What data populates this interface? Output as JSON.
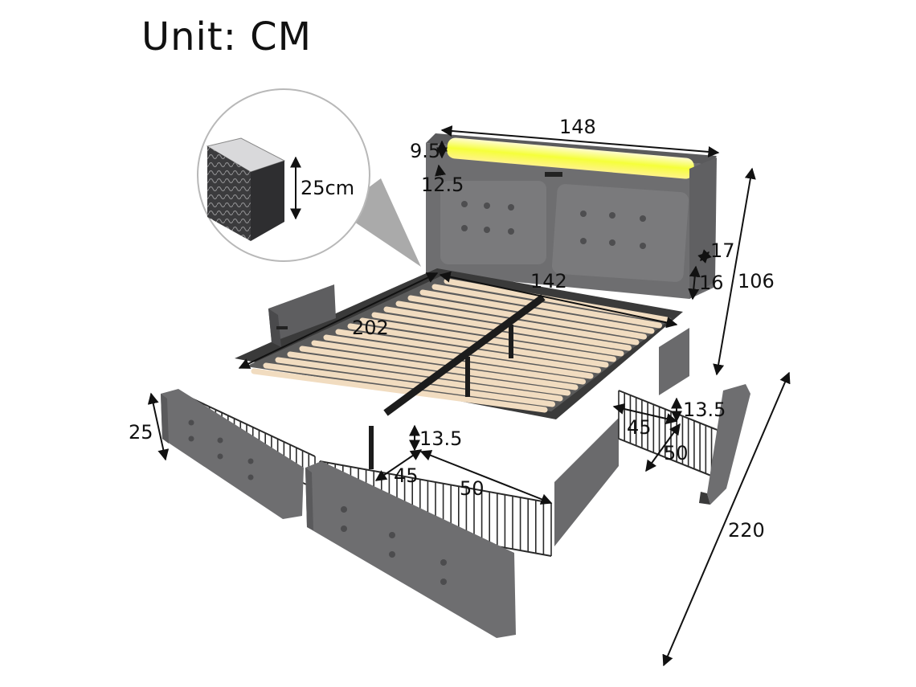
{
  "title": "Unit: CM",
  "mattress": {
    "thickness": "25cm"
  },
  "dimensions": {
    "headboard_width": "148",
    "light_bar_height": "9.5",
    "light_bar_offset": "12.5",
    "wing_depth": "17",
    "wing_width": "16",
    "total_height": "106",
    "inner_width": "142",
    "inner_length": "202",
    "total_length": "220",
    "drawer_height": "25",
    "front_drawer_depth": "13.5",
    "front_drawer_width": "45",
    "front_drawer_length": "50",
    "side_drawer_depth": "13.5",
    "side_drawer_width": "45",
    "side_drawer_length": "50"
  },
  "colors": {
    "fabric": "#6d6d6f",
    "fabric_dark": "#555557",
    "slat": "#f1dcc0",
    "frame": "#2a2a2a",
    "led": "#f5ff3a",
    "dim_line": "#111111"
  }
}
